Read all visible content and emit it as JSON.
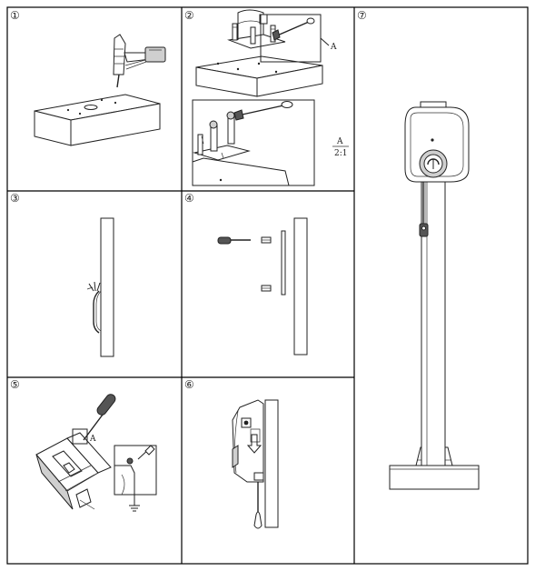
{
  "steps": [
    {
      "number": "①"
    },
    {
      "number": "②"
    },
    {
      "number": "③"
    },
    {
      "number": "④"
    },
    {
      "number": "⑤"
    },
    {
      "number": "⑥"
    },
    {
      "number": "⑦"
    }
  ],
  "labels": {
    "detail_a": "A",
    "detail_a_scale_top": "A",
    "detail_a_scale_bottom": "2:1",
    "detail_a_step5": "A"
  }
}
